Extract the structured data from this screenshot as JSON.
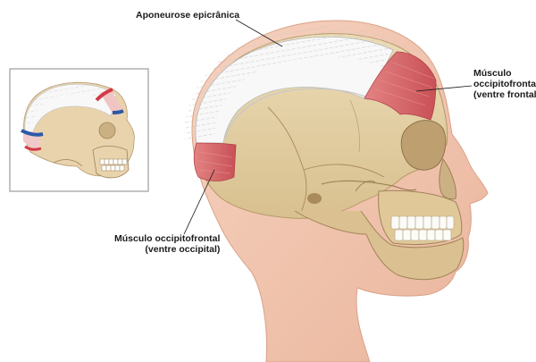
{
  "labels": {
    "aponeurosis": "Aponeurose epicrânica",
    "frontal": [
      "Músculo",
      "occipitofrontal",
      "(ventre frontal)"
    ],
    "occipital": [
      "Músculo occipitofrontal",
      "(ventre occipital)"
    ]
  },
  "colors": {
    "skin": "#f2c6b0",
    "skull": "#e3cfa5",
    "muscle": "#d76869",
    "aponeurosis": "#f7f7f7",
    "inset_red": "#d23a48",
    "inset_blue": "#2a5aa8"
  }
}
